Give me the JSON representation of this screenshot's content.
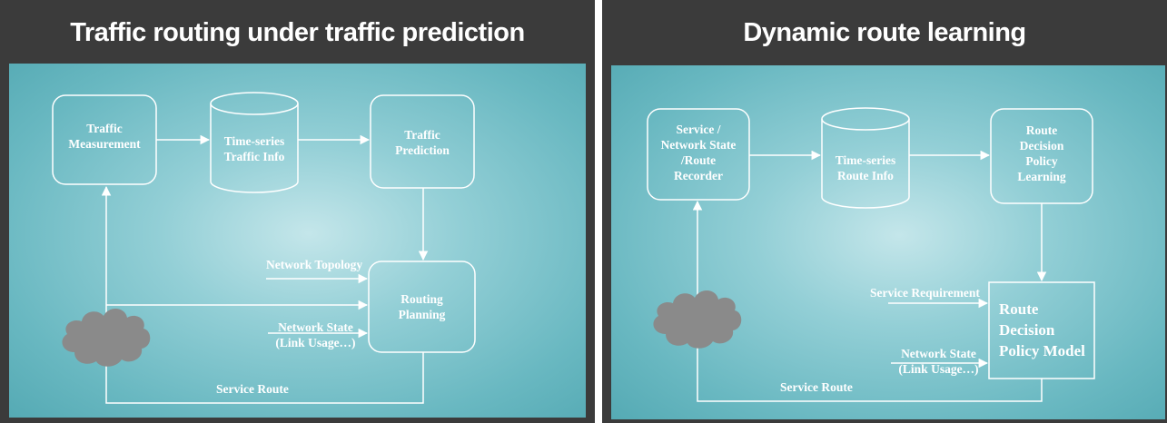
{
  "left_panel": {
    "title": "Traffic routing under traffic prediction",
    "nodes": {
      "traffic_measurement": "Traffic\nMeasurement",
      "time_series_traffic_info": "Time-series\nTraffic Info",
      "traffic_prediction": "Traffic\nPrediction",
      "routing_planning": "Routing\nPlanning"
    },
    "labels": {
      "network_topology": "Network Topology",
      "network_state": "Network State\n(Link Usage…)",
      "service_route": "Service Route"
    }
  },
  "right_panel": {
    "title": "Dynamic route learning",
    "nodes": {
      "recorder": "Service /\nNetwork State\n/Route\nRecorder",
      "time_series_route_info": "Time-series\nRoute Info",
      "policy_learning": "Route\nDecision\nPolicy\nLearning",
      "policy_model": "Route\nDecision\nPolicy Model"
    },
    "labels": {
      "service_requirement": "Service Requirement",
      "network_state": "Network State\n(Link Usage…)",
      "service_route": "Service Route"
    }
  },
  "colors": {
    "frame": "#3b3b3b",
    "canvas_center": "#c4e6ea",
    "canvas_edge": "#55aab4",
    "cloud": "#8a8a8a",
    "line": "#ffffff"
  }
}
